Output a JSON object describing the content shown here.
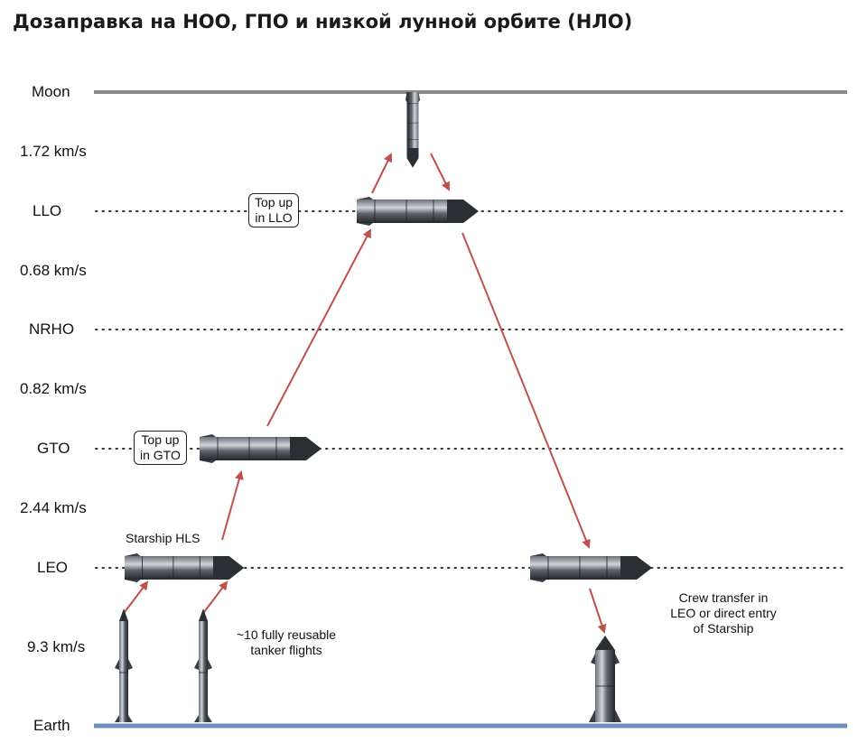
{
  "title": "Дозаправка на НОО, ГПО и низкой лунной орбите (НЛО)",
  "levels": {
    "moon": "Moon",
    "llo": "LLO",
    "nrho": "NRHO",
    "gto": "GTO",
    "leo": "LEO",
    "earth": "Earth"
  },
  "delta_v": {
    "moon_llo": "1.72 km/s",
    "llo_nrho": "0.68 km/s",
    "nrho_gto": "0.82 km/s",
    "gto_leo": "2.44 km/s",
    "leo_earth": "9.3 km/s"
  },
  "boxes": {
    "llo_line1": "Top up",
    "llo_line2": "in LLO",
    "gto_line1": "Top up",
    "gto_line2": "in GTO"
  },
  "notes": {
    "starship_hls": "Starship HLS",
    "tanker_line1": "~10 fully reusable",
    "tanker_line2": "tanker flights",
    "crew_line1": "Crew transfer in",
    "crew_line2": "LEO or direct entry",
    "crew_line3": "of Starship"
  },
  "colors": {
    "arrow": "#c0504d",
    "moon_line": "#888888",
    "earth_line": "#6c8ebf",
    "ship_dark": "#3a3d44",
    "ship_light": "#aeb4bd"
  }
}
